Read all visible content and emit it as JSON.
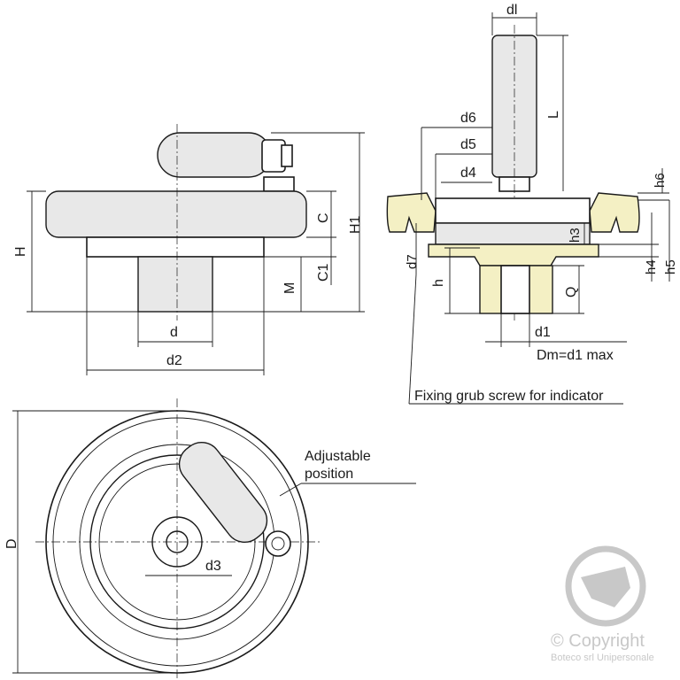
{
  "labels": {
    "dl": "dl",
    "L": "L",
    "d6": "d6",
    "d5": "d5",
    "d4": "d4",
    "h6": "h6",
    "H": "H",
    "H1": "H1",
    "C": "C",
    "C1": "C1",
    "M": "M",
    "d": "d",
    "d2": "d2",
    "h3": "h3",
    "d7": "d7",
    "h": "h",
    "Q": "Q",
    "h4": "h4",
    "h5": "h5",
    "d1": "d1",
    "dm_note": "Dm=d1 max",
    "grub_screw_note": "Fixing grub screw for indicator",
    "adjustable_line1": "Adjustable",
    "adjustable_line2": "position",
    "D": "D",
    "d3": "d3"
  },
  "watermark": {
    "copyright": "© Copyright",
    "company": "Boteco srl Unipersonale"
  },
  "colors": {
    "line": "#1a1a1a",
    "section_fill": "#f4f0c4",
    "watermark": "#c8c8c8"
  }
}
